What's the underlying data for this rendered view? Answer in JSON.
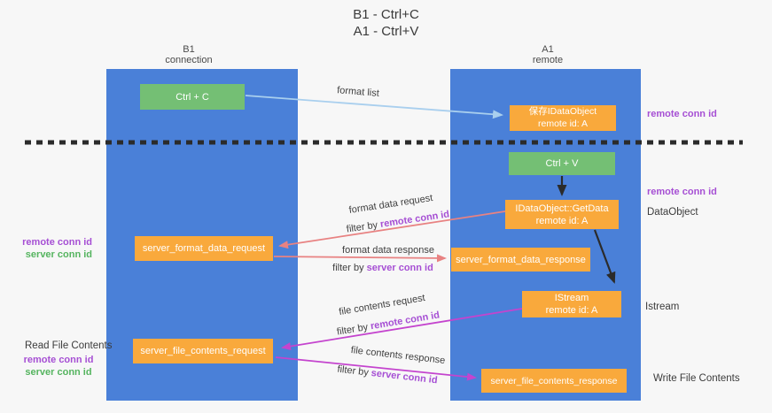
{
  "title": {
    "line1": "B1 - Ctrl+C",
    "line2": "A1 - Ctrl+V"
  },
  "lanes": {
    "left": {
      "title": "B1",
      "subtitle": "connection"
    },
    "right": {
      "title": "A1",
      "subtitle": "remote"
    }
  },
  "nodes": {
    "ctrl_c": {
      "label": "Ctrl + C"
    },
    "ctrl_v": {
      "label": "Ctrl + V"
    },
    "save_dataobject": {
      "line1": "保存IDataObject",
      "line2": "remote id: A"
    },
    "getdata": {
      "line1": "IDataObject::GetData",
      "line2": "remote id: A"
    },
    "istream": {
      "line1": "IStream",
      "line2": "remote id: A"
    },
    "server_format_data_request": {
      "label": "server_format_data_request"
    },
    "server_format_data_response": {
      "label": "server_format_data_response"
    },
    "server_file_contents_request": {
      "label": "server_file_contents_request"
    },
    "server_file_contents_response": {
      "label": "server_file_contents_response"
    }
  },
  "flow_labels": {
    "format_list": "format list",
    "format_data_request": "format data request",
    "format_data_response": "format data response",
    "file_contents_request": "file contents request",
    "file_contents_response": "file contents response",
    "filter_by": "filter by",
    "remote_conn_id": "remote conn id",
    "server_conn_id": "server conn id"
  },
  "side_labels": {
    "remote_conn_id_right_top": "remote conn id",
    "remote_conn_id_right_mid": "remote conn id",
    "dataobject": "DataObject",
    "istream": "Istream",
    "write_file_contents": "Write File Contents",
    "remote_conn_id_left": "remote conn id",
    "server_conn_id_left": "server conn id",
    "read_file_contents": "Read File Contents",
    "remote_conn_id_left_bottom": "remote conn id",
    "server_conn_id_left_bottom": "server conn id"
  },
  "colors": {
    "bg": "#f7f7f7",
    "lane_fill": "#4a80d8",
    "action_fill": "#74bf74",
    "message_fill": "#f9a93c",
    "text_dark": "#3d3d3d",
    "remote_conn": "#a64fd4",
    "server_conn": "#55b45f",
    "arrow_blue": "#a9cfee",
    "arrow_red": "#e88282",
    "arrow_magenta": "#c444ce",
    "arrow_black": "#2b2b2b"
  }
}
